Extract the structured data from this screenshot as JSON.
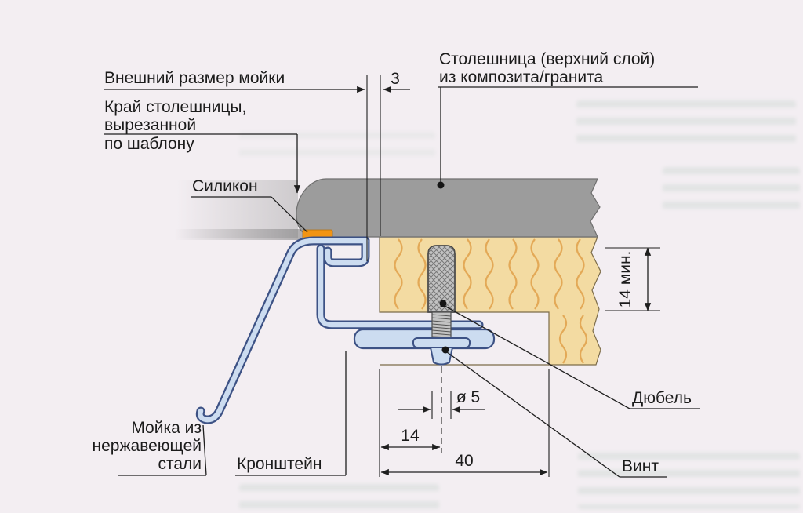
{
  "diagram": {
    "labels": {
      "outer_sink_size": "Внешний размер мойки",
      "countertop_layer": [
        "Столешница (верхний слой)",
        "из композита/гранита"
      ],
      "template_cut_edge": [
        "Край столешницы,",
        "вырезанной",
        "по шаблону"
      ],
      "silicone": "Силикон",
      "stainless_sink": [
        "Мойка из",
        "нержавеющей",
        "стали"
      ],
      "bracket": "Кронштейн",
      "dowel": "Дюбель",
      "screw": "Винт"
    },
    "dimensions": {
      "edge_gap_mm": "3",
      "min_depth": "14 мин.",
      "screw_diameter": "ø 5",
      "hole_offset_mm": "14",
      "recess_length_mm": "40"
    },
    "materials": {
      "granite_color": "#9c9c9c",
      "chipboard_color": "#f3dba2",
      "grain_color": "#e1a14b",
      "steel_fill": "#ccdcf0",
      "steel_outline": "#3d5285",
      "silicone_color": "#f29413",
      "background": "#f3eef2",
      "line_color": "#1f1f1f"
    }
  }
}
